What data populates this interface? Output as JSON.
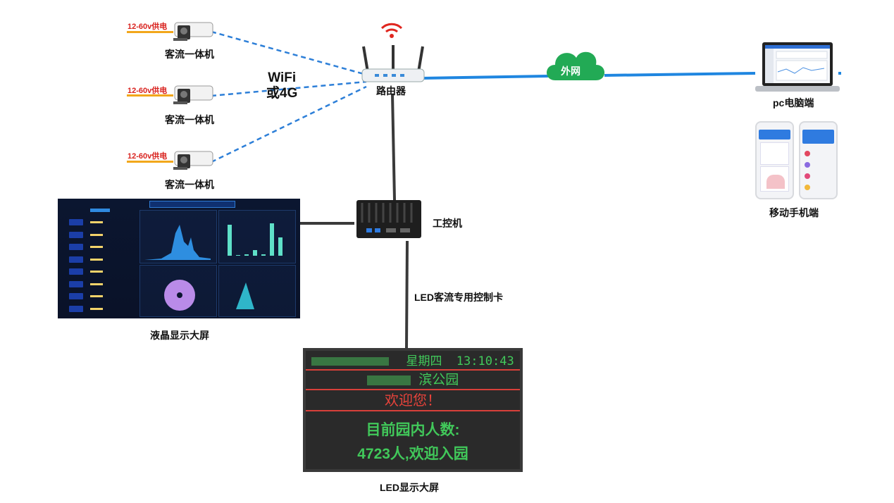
{
  "cameras": [
    {
      "label": "客流一体机",
      "power": "12-60v供电"
    },
    {
      "label": "客流一体机",
      "power": "12-60v供电"
    },
    {
      "label": "客流一体机",
      "power": "12-60v供电"
    }
  ],
  "link_text": {
    "wifi": "WiFi",
    "or4g": "或4G"
  },
  "router": {
    "label": "路由器"
  },
  "cloud": {
    "label": "外网"
  },
  "pc": {
    "label": "pc电脑端"
  },
  "mobile": {
    "label": "移动手机端"
  },
  "ipc": {
    "label": "工控机"
  },
  "control_card": {
    "label": "LED客流专用控制卡"
  },
  "lcd": {
    "label": "液晶显示大屏"
  },
  "led": {
    "label": "LED显示大屏",
    "weekday": "星期四",
    "time": "13:10:43",
    "park_suffix": "滨公园",
    "welcome": "欢迎您！",
    "count_title": "目前园内人数:",
    "count_line": "4723人,欢迎入园"
  },
  "colors": {
    "wireless": "#2d7fd8",
    "wired": "#3a3a3a",
    "internet": "#1f86e0",
    "cloud": "#22aa55",
    "wifi_signal": "#e0261f"
  }
}
